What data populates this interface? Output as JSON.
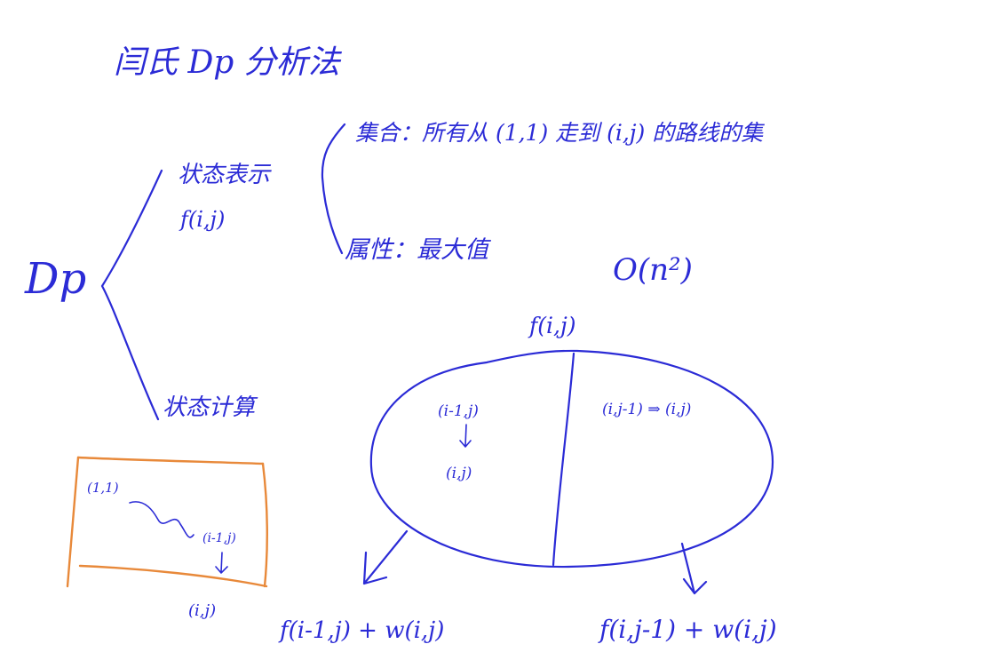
{
  "title": "闫氏 Dp 分析法",
  "root": "Dp",
  "branches": {
    "state_repr": {
      "label": "状态表示",
      "formula": "f(i,j)"
    },
    "state_calc": {
      "label": "状态计算"
    }
  },
  "state_repr_items": {
    "set": "集合：所有从 (1,1) 走到 (i,j) 的路线的集",
    "attr": "属性：最大值"
  },
  "complexity": "O(n²)",
  "partition": {
    "top": "f(i,j)",
    "left_top": "(i-1,j)",
    "left_bottom": "(i,j)",
    "right": "(i,j-1) ⇒ (i,j)"
  },
  "bottom_left": "f(i-1,j) + w(i,j)",
  "bottom_right": "f(i,j-1) + w(i,j)",
  "grid_box": {
    "start": "(1,1)",
    "mid": "(i-1,j)",
    "end": "(i,j)"
  }
}
